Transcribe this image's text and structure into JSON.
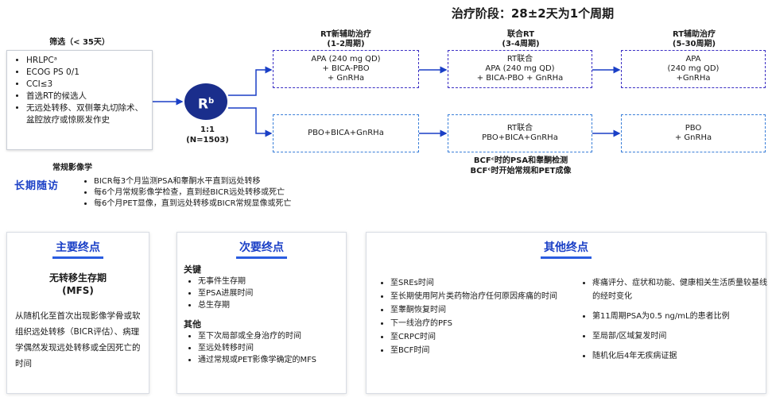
{
  "title": "治疗阶段：28±2天为1个周期",
  "screening": {
    "title": "筛选（< 35天）",
    "items": [
      "HRLPCᵃ",
      "ECOG PS 0/1",
      "CCI≤3",
      "首选RT的候选人",
      "无远处转移、双侧睾丸切除术、盆腔放疗或惊厥发作史"
    ]
  },
  "randomization": {
    "symbol": "R",
    "superscript": "b",
    "ratio": "1:1",
    "n": "(N=1503)"
  },
  "phases": [
    {
      "name": "RT新辅助治疗",
      "duration": "(1-2周期)"
    },
    {
      "name": "联合RT",
      "duration": "(3-4周期)"
    },
    {
      "name": "RT辅助治疗",
      "duration": "(5-30周期)"
    }
  ],
  "arms": {
    "apa": [
      [
        "APA (240 mg QD)",
        "+ BICA-PBO",
        "+ GnRHa"
      ],
      [
        "RT联合",
        "APA (240 mg QD)",
        "+ BICA-PBO + GnRHa"
      ],
      [
        "APA",
        "(240 mg QD)",
        "+GnRHa"
      ]
    ],
    "pbo": [
      [
        "PBO+BICA+GnRHa"
      ],
      [
        "RT联合",
        "PBO+BICA+GnRHa"
      ],
      [
        "PBO",
        "+ GnRHa"
      ]
    ]
  },
  "bcf_note": [
    "BCFᶜ时的PSA和睾酮检测",
    "BCFᶜ时开始常规和PET成像"
  ],
  "imaging": {
    "title": "常规影像学",
    "label": "长期随访",
    "items": [
      "BICR每3个月监测PSA和睾酮水平直到远处转移",
      "每6个月常规影像学检查，直到经BICR远处转移或死亡",
      "每6个月PET显像，直到远处转移或BICR常规显像或死亡"
    ]
  },
  "primary": {
    "title": "主要终点",
    "endpoint_name": "无转移生存期",
    "endpoint_abbr": "(MFS)",
    "description": "从随机化至首次出现影像学骨或软组织远处转移（BICR评估）、病理学偶然发现远处转移或全因死亡的时间"
  },
  "secondary": {
    "title": "次要终点",
    "key_label": "关键",
    "key_items": [
      "无事件生存期",
      "至PSA进展时间",
      "总生存期"
    ],
    "other_label": "其他",
    "other_items": [
      "至下次局部或全身治疗的时间",
      "至远处转移时间",
      "通过常规或PET影像学确定的MFS"
    ]
  },
  "other": {
    "title": "其他终点",
    "left_items": [
      "至SREs时间",
      "至长期使用阿片类药物治疗任何原因疼痛的时间",
      "至睾酮恢复时间",
      "下一线治疗的PFS",
      "至CRPC时间",
      "至BCF时间"
    ],
    "right_items": [
      "疼痛评分、症状和功能、健康相关生活质量较基线的经时变化",
      "第11周期PSA为0.5 ng/mL的患者比例",
      "至局部/区域复发时间",
      "随机化后4年无疾病证据"
    ]
  },
  "colors": {
    "accent": "#1a3fc6",
    "circle": "#1a2e8c",
    "purple_dash": "#3b2fc4",
    "blue_dash": "#3a7fd9"
  }
}
